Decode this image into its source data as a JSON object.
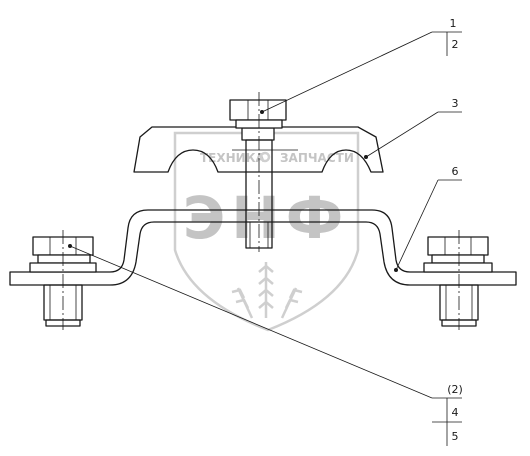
{
  "callouts": {
    "c1": "1",
    "c2": "2",
    "c3": "3",
    "c6": "6",
    "c2b": "(2)",
    "c4": "4",
    "c5": "5"
  },
  "watermark": {
    "line1_left": "ТЕХНИКА",
    "line1_right": "ЗАПЧАСТИ",
    "logo": "ЭНФ"
  },
  "colors": {
    "line": "#1a1a1a",
    "watermark": "#c4c4c4"
  }
}
